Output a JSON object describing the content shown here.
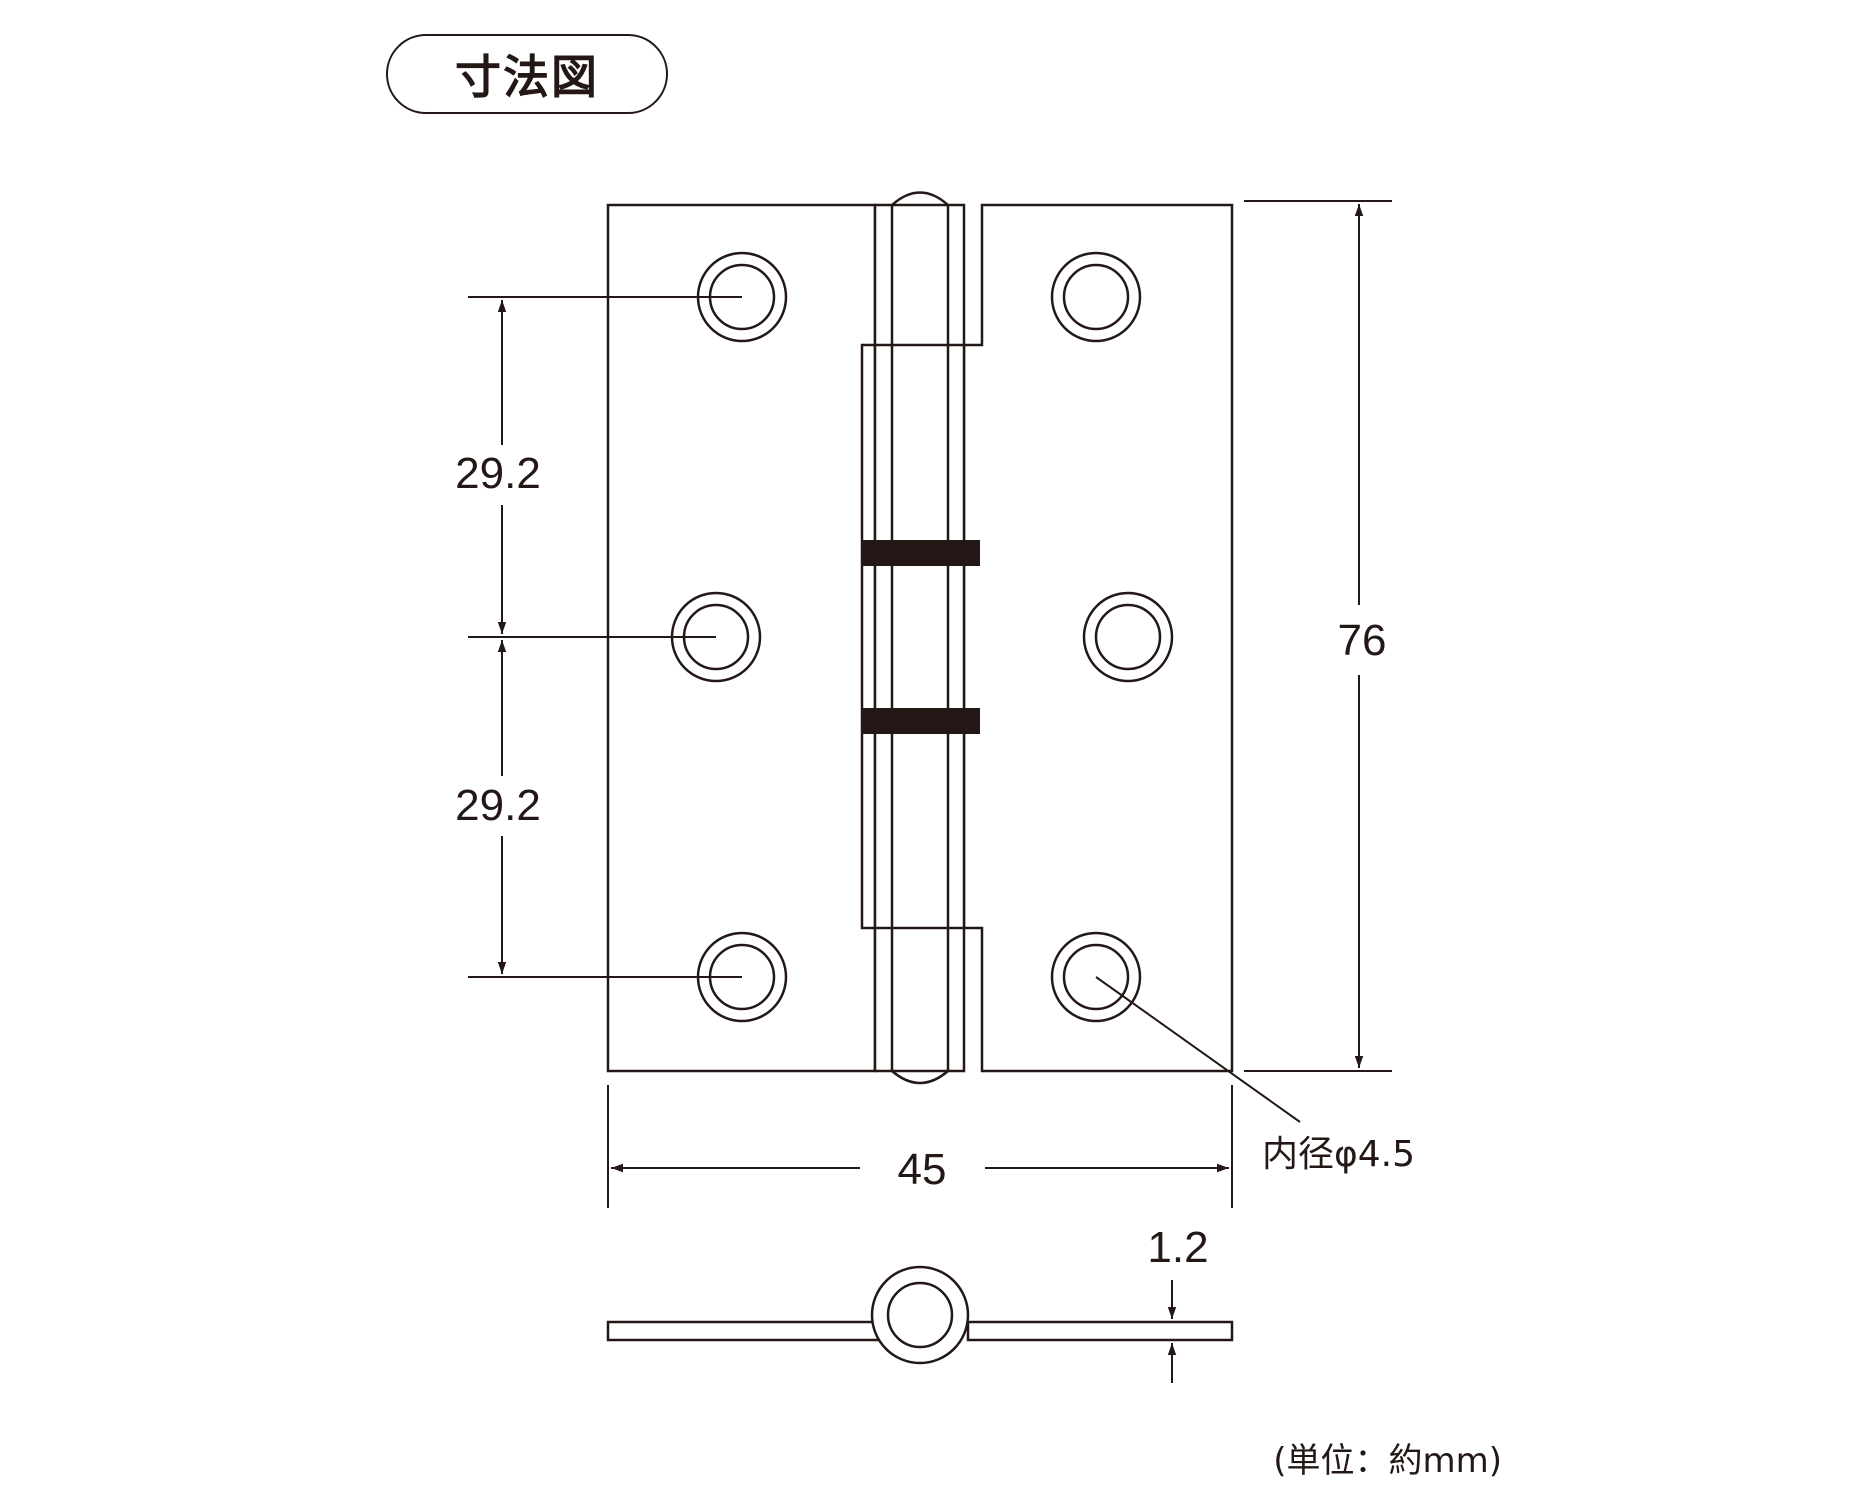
{
  "title": "寸法図",
  "dimensions": {
    "hole_pitch_upper": "29.2",
    "hole_pitch_lower": "29.2",
    "height": "76",
    "width": "45",
    "thickness": "1.2",
    "hole_inner_diameter": "内径φ4.5"
  },
  "unit_note": "(単位：約mm)",
  "colors": {
    "line": "#231815",
    "background": "#ffffff"
  }
}
